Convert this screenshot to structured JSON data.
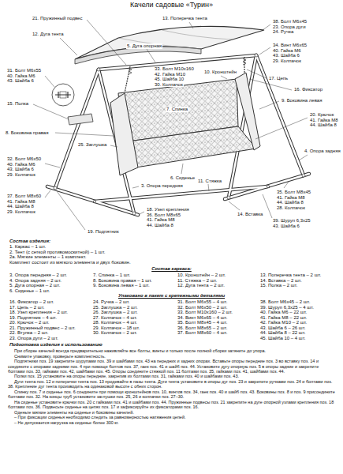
{
  "diagram": {
    "title": "Качели садовые «Турин»",
    "labels": [
      "21. Пружинный подвес",
      "12. Дуга тента",
      "13. Поперечка тента",
      "5. Дуга опорная",
      "38. Болт М6х45",
      "23. Опора дуги",
      "24. Ручка",
      "33. Болт М10х160",
      "42. Гайка М10",
      "45. Шайба 10",
      "30. Колпачок",
      "34. Винт М6х65",
      "40. Гайка М6",
      "43. Шайба 6",
      "29. Колпачок",
      "31. Болт М6х55",
      "40. Гайка М6",
      "43. Шайба 6",
      "7. Спинка",
      "10. Кронштейн",
      "17. Цепь",
      "16. Фиксатор",
      "15. Полка",
      "9. Боковина левая",
      "8. Боковина правая",
      "25. Заглушка",
      "20. Крючок",
      "41. Гайка М8",
      "44. Шайба 8",
      "4. Опора задняя",
      "6. Сиденье",
      "32. Болт М6х50",
      "40. Гайка М6",
      "43. Шайба 6",
      "29. Колпачок",
      "11. Стяжка",
      "35. Болт М8х45",
      "41. Гайка М8",
      "44. Шайба 8",
      "28. Колпачок",
      "3. Опора передняя",
      "18. Узел крепления",
      "36. Болт М8х65",
      "41. Гайка М8",
      "44. Шайба 8",
      "37. Болт М8х60",
      "41. Гайка М8",
      "44. Шайба 8",
      "29. Колпачок",
      "14. Вставка",
      "39. Шуруп 6,3х25",
      "43. Шайба 6",
      "19. Подпятник",
      "Состав изделия:",
      "1. Каркас – 1 шт.",
      "2. Тент (с сеткой противомоскитной) – 1 шт.",
      "2а. Мягкие элементы – 1 комплект.",
      "Комплект состоит из мягкого элемента и двух боковин.",
      "Состав каркаса:",
      "3. Опора передняя – 2 шт.",
      "4. Опора задняя – 2 шт.",
      "5. Дуга опорная – 2 шт.",
      "6. Сиденье – 1 шт.",
      "7. Спинка – 1 шт.",
      "8. Боковина правая – 1 шт.",
      "9. Боковина левая – 1 шт.",
      "10. Кронштейн – 2 шт.",
      "11. Стяжка – 2 шт.",
      "12. Дуга тента – 2 шт.",
      "13. Поперечка тента – 2 шт.",
      "14. Вставка – 2 шт.",
      "15. Полка – 2 шт.",
      "Упаковано в пакет с крепежными деталями",
      "16. Фиксатор – 2 шт.",
      "17. Цепь – 2 шт.",
      "18. Узел крепления – 2 шт.",
      "19. Подпятник – 4 шт.",
      "20. Крючок – 2 шт.",
      "21. Пружинный подвес – 2 шт.",
      "22. Втулка – 2 шт.",
      "23. Опора дуги – 2 шт.",
      "24. Ручка – 2 шт.",
      "25. Заглушка – 2 шт.",
      "26. Заглушка – 2 шт.",
      "27. Колпачок – 4 шт.",
      "28. Колпачок – 4 шт.",
      "29. Колпачок – 18 шт.",
      "30. Колпачок – 2 шт.",
      "31. Болт М6х55 – 4 шт.",
      "32. Болт М6х50 – 2 шт.",
      "33. Болт М10х160 – 2 шт.",
      "34. Винт М6х65 – 4 шт.",
      "35. Болт М8х45 – 4 шт.",
      "36. Болт М8х65 – 2 шт.",
      "37. Болт М8х60 – 4 шт.",
      "38. Болт М6х45 – 2 шт.",
      "39. Шуруп 6,3х25 – 4 шт.",
      "40. Гайка М6 – 22 шт.",
      "41. Гайка М8 – 22 шт.",
      "42. Гайка М10 – 2 шт.",
      "43. Шайба 6 – 26 шт.",
      "44. Шайба 8 – 22 шт.",
      "45. Шайба 10 – 4 шт.",
      "Подготовка изделия к использованию",
      "При сборке качелей всегда предварительно наживляйте все болты, винты и только после полной сборки затяните до упора.",
      "Снимите упаковку, проверьте комплектность.",
      "Подпятники поз. 19 закрепите шурупами поз. 39 и шайбами поз. 43 на передних и задних опорах. Вставьте опоры передние поз. 3 во вставку поз. 14 и соедините с опорами задними поз. 4 при помощи болтов поз. 37, гаек поз. 41 и шайб поз. 44. Установите дугу опорную поз. 5 в опоры задние и закрепите болтами поз. 33, гайками поз. 42, шайбами поз. 45. Опоры соедините стяжкой поз. 11 болтами поз. 35, гайками поз. 41, шайбами поз. 44.",
      "Полки поз. 15 установите на опоры передние, закрепив их болтами поз. 31, гайками поз. 40 и шайбами поз. 43.",
      "Дуги тента поз. 12 и поперечки тента поз. 13 продевайте в пазы тента. Дуги тента установите в опоры дуг поз. 23 и закрепите ручками поз. 24 и болтами поз. 38. Крепление дуг тента производить на одинаковой высоте с обеих сторон.",
      "Спинку поз. 7 и сиденье поз. 6 соедините при помощи кронштейнов поз. 10, винтов поз. 34, гаек поз. 40 и шайб поз. 43. Боковины поз. 8 и поз. 9 присоедините болтами поз. 32. На концы труб установите заглушки поз. 25, 26 и колпачки поз. 27–30.",
      "На сиденье установите крючки поз. 20 с гайками поз. 41 и шайбами поз. 44. Пружинные подвесы поз. 21 закрепите на дуге опорной узлами крепления поз. 18 болтами поз. 36. Подвесьте сиденье на цепях поз. 17 и зафиксируйте их фиксаторами поз. 16.",
      "Оденьте мягкие элементы на сиденье и боковины качелей.",
      "– При фиксации сиденья необходимо следить за равномерностью натяжения цепей.",
      "– Не допускается нагрузка на сиденье более 300 кг."
    ]
  }
}
